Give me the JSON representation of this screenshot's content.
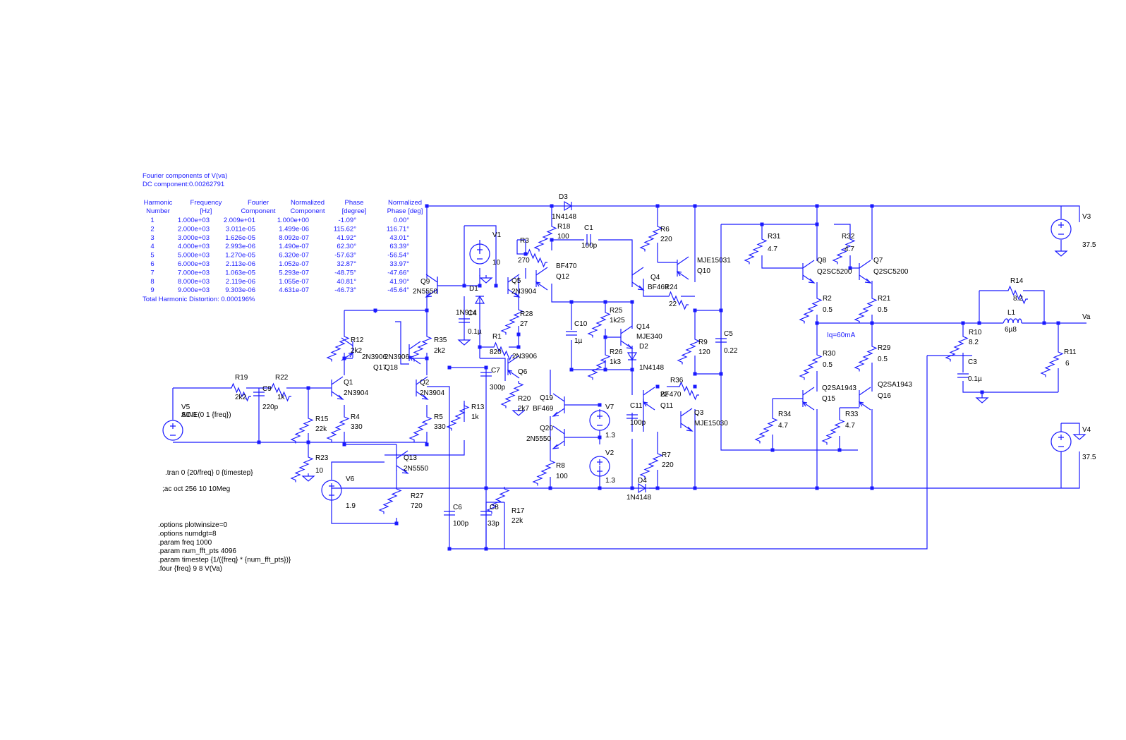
{
  "fourier": {
    "title": "Fourier components of V(va)",
    "dc": "DC component:0.00262791",
    "headers": [
      [
        "Harmonic",
        "Number"
      ],
      [
        "Frequency",
        "[Hz]"
      ],
      [
        "Fourier",
        "Component"
      ],
      [
        "Normalized",
        "Component"
      ],
      [
        "Phase",
        "[degree]"
      ],
      [
        "Normalized",
        "Phase [deg]"
      ]
    ],
    "rows": [
      [
        "1",
        "1.000e+03",
        "2.009e+01",
        "1.000e+00",
        "-1.09°",
        "0.00°"
      ],
      [
        "2",
        "2.000e+03",
        "3.011e-05",
        "1.499e-06",
        "115.62°",
        "116.71°"
      ],
      [
        "3",
        "3.000e+03",
        "1.626e-05",
        "8.092e-07",
        "41.92°",
        "43.01°"
      ],
      [
        "4",
        "4.000e+03",
        "2.993e-06",
        "1.490e-07",
        "62.30°",
        "63.39°"
      ],
      [
        "5",
        "5.000e+03",
        "1.270e-05",
        "6.320e-07",
        "-57.63°",
        "-56.54°"
      ],
      [
        "6",
        "6.000e+03",
        "2.113e-06",
        "1.052e-07",
        "32.87°",
        "33.97°"
      ],
      [
        "7",
        "7.000e+03",
        "1.063e-05",
        "5.293e-07",
        "-48.75°",
        "-47.66°"
      ],
      [
        "8",
        "8.000e+03",
        "2.119e-06",
        "1.055e-07",
        "40.81°",
        "41.90°"
      ],
      [
        "9",
        "9.000e+03",
        "9.303e-06",
        "4.631e-07",
        "-46.73°",
        "-45.64°"
      ]
    ],
    "thd": "Total Harmonic Distortion: 0.000196%"
  },
  "directives": {
    "tran": ".tran 0 {20/freq} 0 {timestep}",
    "ac": ";ac oct 256 10 10Meg",
    "opts": [
      ".options plotwinsize=0",
      ".options numdgt=8",
      ".param freq 1000",
      ".param num_fft_pts 4096",
      ".param timestep {1/({freq} * {num_fft_pts})}",
      ".four {freq} 9 8 V(Va)"
    ]
  },
  "labels": {
    "q9": "Q9",
    "q9_part": "2N5550",
    "d1": "D1",
    "d1_part": "1N914",
    "c4": "C4",
    "c4_val": "0.1µ",
    "v1": "V1",
    "v1_val": "10",
    "q5": "Q5",
    "q5_part": "2N3904",
    "r3": "R3",
    "r3_val": "270",
    "r18": "R18",
    "r18_val": "100",
    "d3": "D3",
    "d3_part": "1N4148",
    "c1": "C1",
    "c1_val": "100p",
    "q12_part": "BF470",
    "q12": "Q12",
    "r6": "R6",
    "r6_val": "220",
    "q10_part": "MJE15031",
    "q10": "Q10",
    "q4": "Q4",
    "q4_part": "BF469",
    "r24": "R24",
    "r24_val": "22",
    "r28": "R28",
    "r28_val": "27",
    "r1": "R1",
    "r1_val": "820",
    "q6_part": "2N3906",
    "q6": "Q6",
    "c7": "C7",
    "c7_val": "300p",
    "r20": "R20",
    "r20_val": "2k7",
    "c10": "C10",
    "c10_val": "1µ",
    "r25": "R25",
    "r25_val": "1k25",
    "q14": "Q14",
    "q14_part": "MJE340",
    "r26": "R26",
    "r26_val": "1k3",
    "d2": "D2",
    "d2_part": "1N4148",
    "r9": "R9",
    "r9_val": "120",
    "c5": "C5",
    "c5_val": "0.22",
    "r36": "R36",
    "r36_val": "22",
    "q11_part": "BF470",
    "q11": "Q11",
    "c11": "C11",
    "c11_val": "100p",
    "q3": "Q3",
    "q3_part": "MJE15030",
    "q19": "Q19",
    "q19_part": "BF469",
    "q20": "Q20",
    "q20_part": "2N5550",
    "r8": "R8",
    "r8_val": "100",
    "v7": "V7",
    "v7_val": "1.3",
    "v2": "V2",
    "v2_val": "1.3",
    "r7": "R7",
    "r7_val": "220",
    "d4": "D4",
    "d4_part": "1N4148",
    "r12": "R12",
    "r12_val": "2k2",
    "q17_part": "2N3906",
    "q17": "Q17",
    "r35": "R35",
    "r35_val": "2k2",
    "q18_part": "2N3906",
    "q18": "Q18",
    "q1": "Q1",
    "q1_part": "2N3904",
    "q2": "Q2",
    "q2_part": "2N3904",
    "r4": "R4",
    "r4_val": "330",
    "r5": "R5",
    "r5_val": "330",
    "r13": "R13",
    "r13_val": "1k",
    "r19": "R19",
    "r19_val": "2k2",
    "r22": "R22",
    "r22_val": "1k",
    "c9": "C9",
    "c9_val": "220p",
    "v5": "V5",
    "v5_val": "SINE(0 1 {freq})",
    "v5_ac": "AC 1",
    "r15": "R15",
    "r15_val": "22k",
    "r23": "R23",
    "r23_val": "10",
    "q13": "Q13",
    "q13_part": "2N5550",
    "v6": "V6",
    "v6_val": "1.9",
    "r27": "R27",
    "r27_val": "720",
    "c6": "C6",
    "c6_val": "100p",
    "c8": "C8",
    "c8_val": "33p",
    "r17": "R17",
    "r17_val": "22k",
    "r31": "R31",
    "r31_val": "4.7",
    "r32": "R32",
    "r32_val": "4.7",
    "q8": "Q8",
    "q8_part": "Q2SC5200",
    "q7": "Q7",
    "q7_part": "Q2SC5200",
    "r2": "R2",
    "r2_val": "0.5",
    "r21": "R21",
    "r21_val": "0.5",
    "iq": "Iq=60mA",
    "r30": "R30",
    "r30_val": "0.5",
    "r29": "R29",
    "r29_val": "0.5",
    "q15_part": "Q2SA1943",
    "q15": "Q15",
    "q16_part": "Q2SA1943",
    "q16": "Q16",
    "r34": "R34",
    "r34_val": "4.7",
    "r33": "R33",
    "r33_val": "4.7",
    "v3": "V3",
    "v3_val": "37.5",
    "v4": "V4",
    "v4_val": "37.5",
    "r14": "R14",
    "r14_val": "8.2",
    "l1": "L1",
    "l1_val": "6µ8",
    "va": "Va",
    "r10": "R10",
    "r10_val": "8.2",
    "c3": "C3",
    "c3_val": "0.1µ",
    "r11": "R11",
    "r11_val": "6"
  }
}
